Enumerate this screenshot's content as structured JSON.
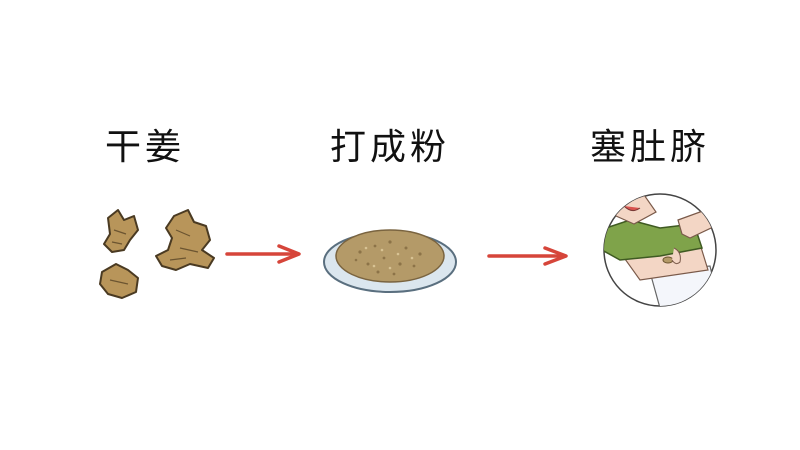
{
  "steps": [
    {
      "label": "干姜",
      "icon": "dried-ginger-icon"
    },
    {
      "label": "打成粉",
      "icon": "ginger-powder-bowl-icon"
    },
    {
      "label": "塞肚脐",
      "icon": "navel-application-icon"
    }
  ],
  "colors": {
    "arrow": "#d6453a",
    "ginger_fill": "#b8955a",
    "ginger_stroke": "#4a3a22",
    "powder": "#b49a68",
    "bowl": "#dbe6ee",
    "shirt": "#7fa34a",
    "skin": "#f3d6c5"
  }
}
